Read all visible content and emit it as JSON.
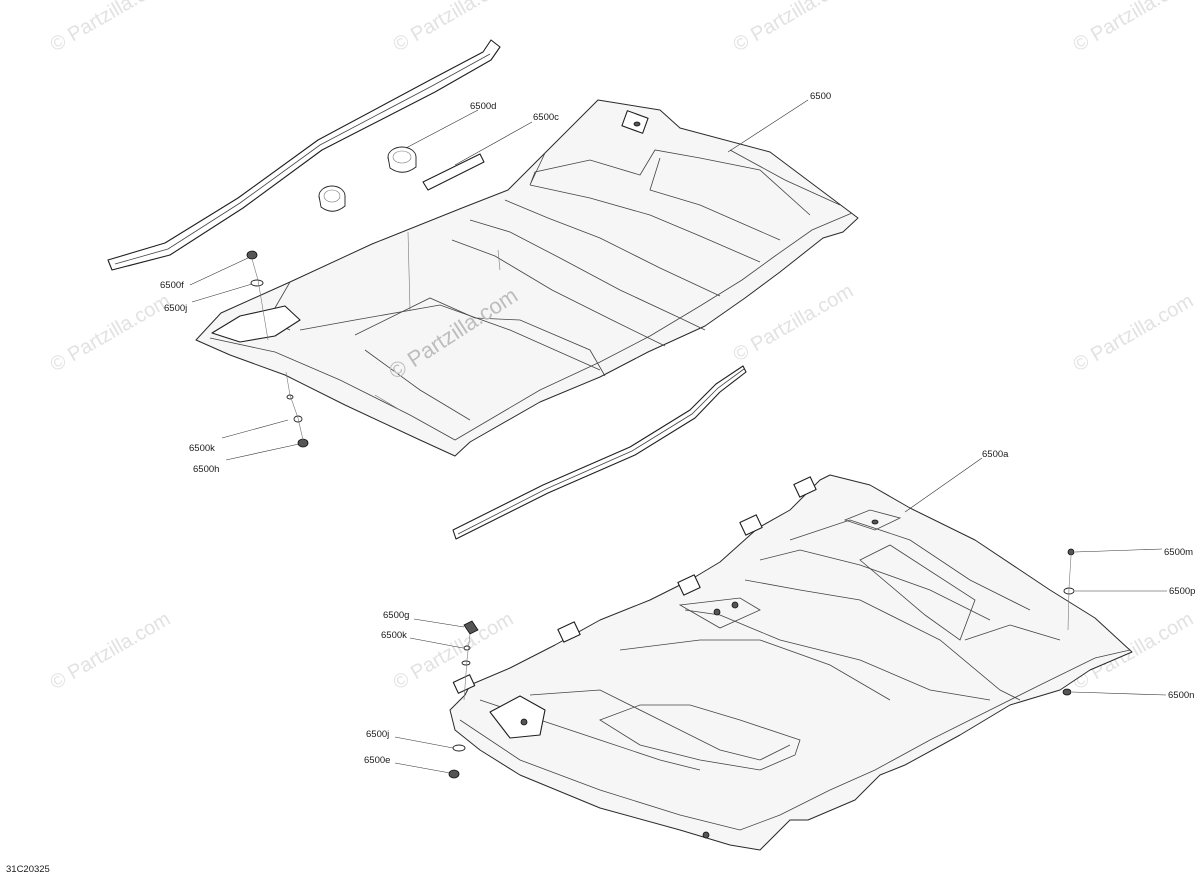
{
  "watermark": {
    "repeat_text": "© Partzilla.com",
    "main_text": "© Partzilla.com"
  },
  "diagram_code": "31C20325",
  "callouts": {
    "c6500": "6500",
    "c6500d": "6500d",
    "c6500c": "6500c",
    "c6500f": "6500f",
    "c6500j_top": "6500j",
    "c6500k_top": "6500k",
    "c6500h": "6500h",
    "c6500a": "6500a",
    "c6500m": "6500m",
    "c6500p": "6500p",
    "c6500n": "6500n",
    "c6500g": "6500g",
    "c6500k_bottom": "6500k",
    "c6500j_bottom": "6500j",
    "c6500e": "6500e"
  }
}
